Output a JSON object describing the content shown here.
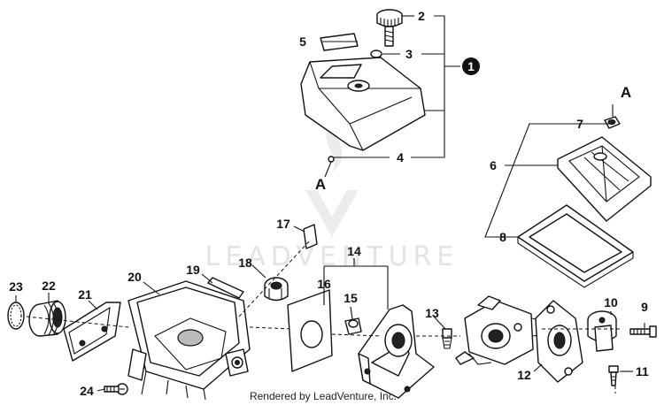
{
  "diagram": {
    "labels": [
      "1",
      "2",
      "3",
      "4",
      "5",
      "6",
      "7",
      "8",
      "9",
      "10",
      "11",
      "12",
      "13",
      "14",
      "15",
      "16",
      "17",
      "18",
      "19",
      "20",
      "21",
      "22",
      "23",
      "24"
    ],
    "ref_label": "A",
    "watermark": "LEADVENTURE",
    "credit": "Rendered by LeadVenture, Inc."
  }
}
